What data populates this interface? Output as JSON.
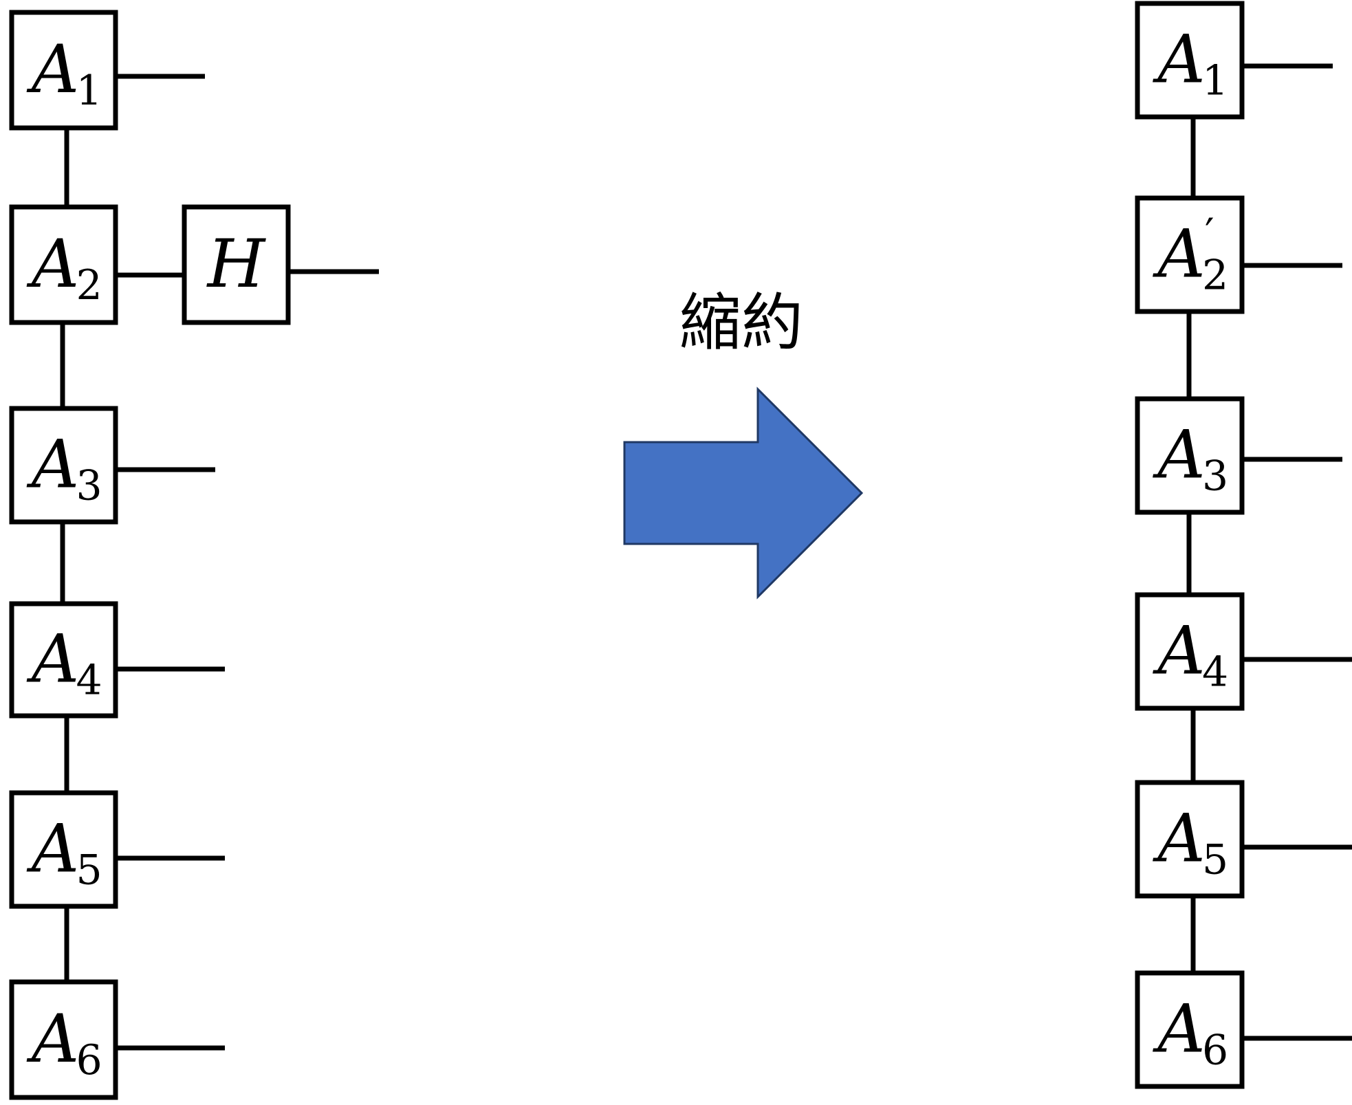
{
  "operation_label": "縮約",
  "colors": {
    "arrow_fill": "#4472C4",
    "arrow_stroke": "#1F3864",
    "line": "#000000",
    "box_fill": "#ffffff"
  },
  "left_network": {
    "nodes": [
      {
        "id": "A1",
        "letter": "A",
        "sub": "1",
        "prime": ""
      },
      {
        "id": "A2",
        "letter": "A",
        "sub": "2",
        "prime": ""
      },
      {
        "id": "A3",
        "letter": "A",
        "sub": "3",
        "prime": ""
      },
      {
        "id": "A4",
        "letter": "A",
        "sub": "4",
        "prime": ""
      },
      {
        "id": "A5",
        "letter": "A",
        "sub": "5",
        "prime": ""
      },
      {
        "id": "A6",
        "letter": "A",
        "sub": "6",
        "prime": ""
      },
      {
        "id": "H",
        "letter": "H",
        "sub": "",
        "prime": ""
      }
    ],
    "bonds": [
      [
        "A1",
        "A2"
      ],
      [
        "A2",
        "A3"
      ],
      [
        "A3",
        "A4"
      ],
      [
        "A4",
        "A5"
      ],
      [
        "A5",
        "A6"
      ],
      [
        "A2",
        "H"
      ]
    ],
    "open_legs": [
      "A1",
      "A3",
      "A4",
      "A5",
      "A6",
      "H"
    ]
  },
  "right_network": {
    "nodes": [
      {
        "id": "A1",
        "letter": "A",
        "sub": "1",
        "prime": ""
      },
      {
        "id": "A2p",
        "letter": "A",
        "sub": "2",
        "prime": "′"
      },
      {
        "id": "A3",
        "letter": "A",
        "sub": "3",
        "prime": ""
      },
      {
        "id": "A4",
        "letter": "A",
        "sub": "4",
        "prime": ""
      },
      {
        "id": "A5",
        "letter": "A",
        "sub": "5",
        "prime": ""
      },
      {
        "id": "A6",
        "letter": "A",
        "sub": "6",
        "prime": ""
      }
    ],
    "bonds": [
      [
        "A1",
        "A2p"
      ],
      [
        "A2p",
        "A3"
      ],
      [
        "A3",
        "A4"
      ],
      [
        "A4",
        "A5"
      ],
      [
        "A5",
        "A6"
      ]
    ],
    "open_legs": [
      "A1",
      "A2p",
      "A3",
      "A4",
      "A5",
      "A6"
    ]
  }
}
